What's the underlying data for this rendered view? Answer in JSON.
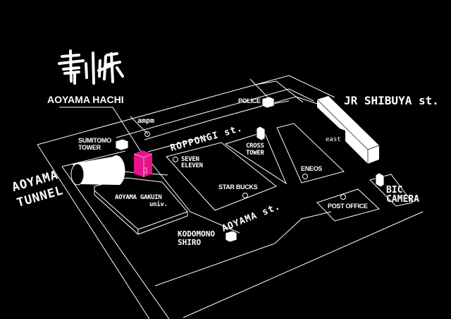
{
  "logo": {
    "text": "青山八",
    "name": "AOYAMA HACHI"
  },
  "highlight_color": "#e8138c",
  "roads": {
    "roppongi": "ROPPONGI st.",
    "aoyama": "AOYAMA st.",
    "tunnel_line1": "AOYAMA",
    "tunnel_line2": "TUNNEL"
  },
  "station": {
    "name": "JR SHIBUYA st.",
    "exit": "east"
  },
  "landmarks": {
    "ampm": "ampm",
    "sumitomo_1": "SUMITOMO",
    "sumitomo_2": "TOWER",
    "seven_1": "SEVEN",
    "seven_2": "ELEVEN",
    "gakuin_1": "AOYAMA GAKUIN",
    "gakuin_2": "univ.",
    "starbucks": "STAR BUCKS",
    "kodomono_1": "KODOMONO",
    "kodomono_2": "SHIRO",
    "police": "POLICE",
    "cross_1": "CROSS",
    "cross_2": "TOWER",
    "eneos": "ENEOS",
    "post_office": "POST OFFICE",
    "bic_1": "BIC",
    "bic_2": "CAMERA"
  }
}
